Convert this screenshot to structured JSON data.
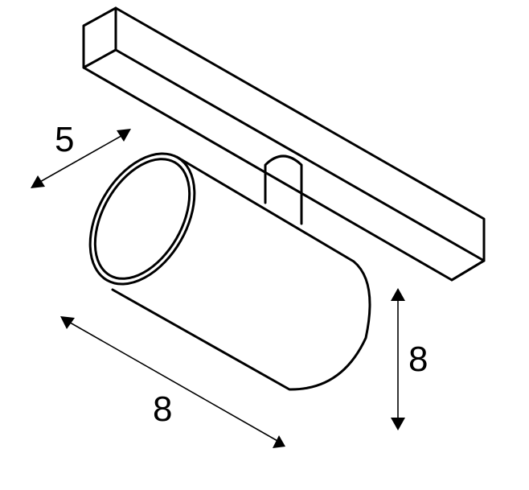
{
  "diagram": {
    "subject": "track spotlight dimension drawing",
    "stroke_color": "#000000",
    "background": "#ffffff",
    "dimensions": {
      "depth": {
        "label": "5"
      },
      "length": {
        "label": "8"
      },
      "height": {
        "label": "8"
      }
    }
  }
}
